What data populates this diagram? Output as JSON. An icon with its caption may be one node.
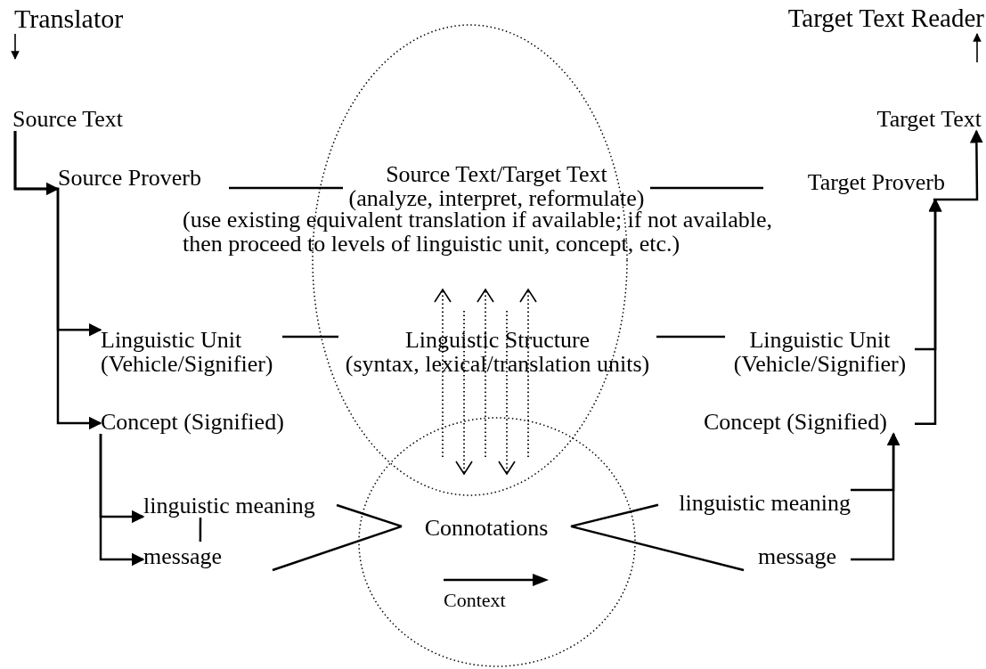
{
  "diagram": {
    "nodes": [
      {
        "text": [
          "Translator"
        ]
      },
      {
        "text": [
          "Target Text Reader"
        ]
      },
      {
        "text": [
          "Source Text"
        ]
      },
      {
        "text": [
          "Target Text"
        ]
      },
      {
        "text": [],
        "shape": "circle"
      },
      {
        "text": [
          "Source Proverb"
        ]
      },
      {
        "text": [
          "Source Text/Target Text",
          "(analyze, interpret, reformulate)"
        ],
        "in": 4
      },
      {
        "text": [
          "Target Proverb"
        ]
      },
      {
        "text": [
          "Linguistic Unit",
          "(Vehicle/Signifier)"
        ]
      },
      {
        "text": [
          "Linguistic Structure",
          "(syntax, lexical/translation units)"
        ],
        "in": 4
      },
      {
        "text": [
          "Linguistic Unit",
          "(Vehicle/Signifier)"
        ]
      },
      {
        "text": [
          "Concept (Signified)"
        ]
      },
      {
        "text": [
          "Concept (Signified)"
        ]
      },
      {
        "text": [],
        "shape": "circle"
      },
      {
        "text": [
          "linguistic meaning"
        ]
      },
      {
        "text": [
          "Connotations"
        ],
        "in": 13
      },
      {
        "text": [
          "linguistic meaning"
        ]
      },
      {
        "text": [
          "message"
        ]
      },
      {
        "text": [
          "message"
        ]
      }
    ],
    "edges": [
      {
        "from": 0,
        "to": null,
        "arrow": "to"
      },
      {
        "from": null,
        "to": 1,
        "arrow": "to"
      },
      {
        "from": 2,
        "to": 5,
        "arrow": "to"
      },
      {
        "from": 2,
        "to": 8,
        "arrow": "to"
      },
      {
        "from": 2,
        "to": 11,
        "arrow": "to"
      },
      {
        "from": 5,
        "to": 6,
        "arrow": "none"
      },
      {
        "from": 6,
        "to": 7,
        "arrow": "none"
      },
      {
        "from": 8,
        "to": 9,
        "arrow": "none"
      },
      {
        "from": 9,
        "to": 10,
        "arrow": "none"
      },
      {
        "from": 11,
        "to": 14,
        "arrow": "to"
      },
      {
        "from": 11,
        "to": 17,
        "arrow": "to"
      },
      {
        "from": 14,
        "to": 17,
        "arrow": "none"
      },
      {
        "from": 14,
        "to": 15,
        "arrow": "none"
      },
      {
        "from": 17,
        "to": 15,
        "arrow": "none"
      },
      {
        "from": 15,
        "to": 16,
        "arrow": "none"
      },
      {
        "from": 15,
        "to": 18,
        "arrow": "none"
      },
      {
        "from": 16,
        "to": 12,
        "arrow": "to"
      },
      {
        "from": 18,
        "to": 12,
        "arrow": "to"
      },
      {
        "from": 12,
        "to": 7,
        "arrow": "to"
      },
      {
        "from": 10,
        "to": 7,
        "arrow": "to"
      },
      {
        "from": 7,
        "to": 3,
        "arrow": "to"
      }
    ],
    "labels": [
      "(use existing equivalent translation if available; if not available, then proceed to levels of linguistic unit, concept, etc.)",
      "Context"
    ]
  }
}
